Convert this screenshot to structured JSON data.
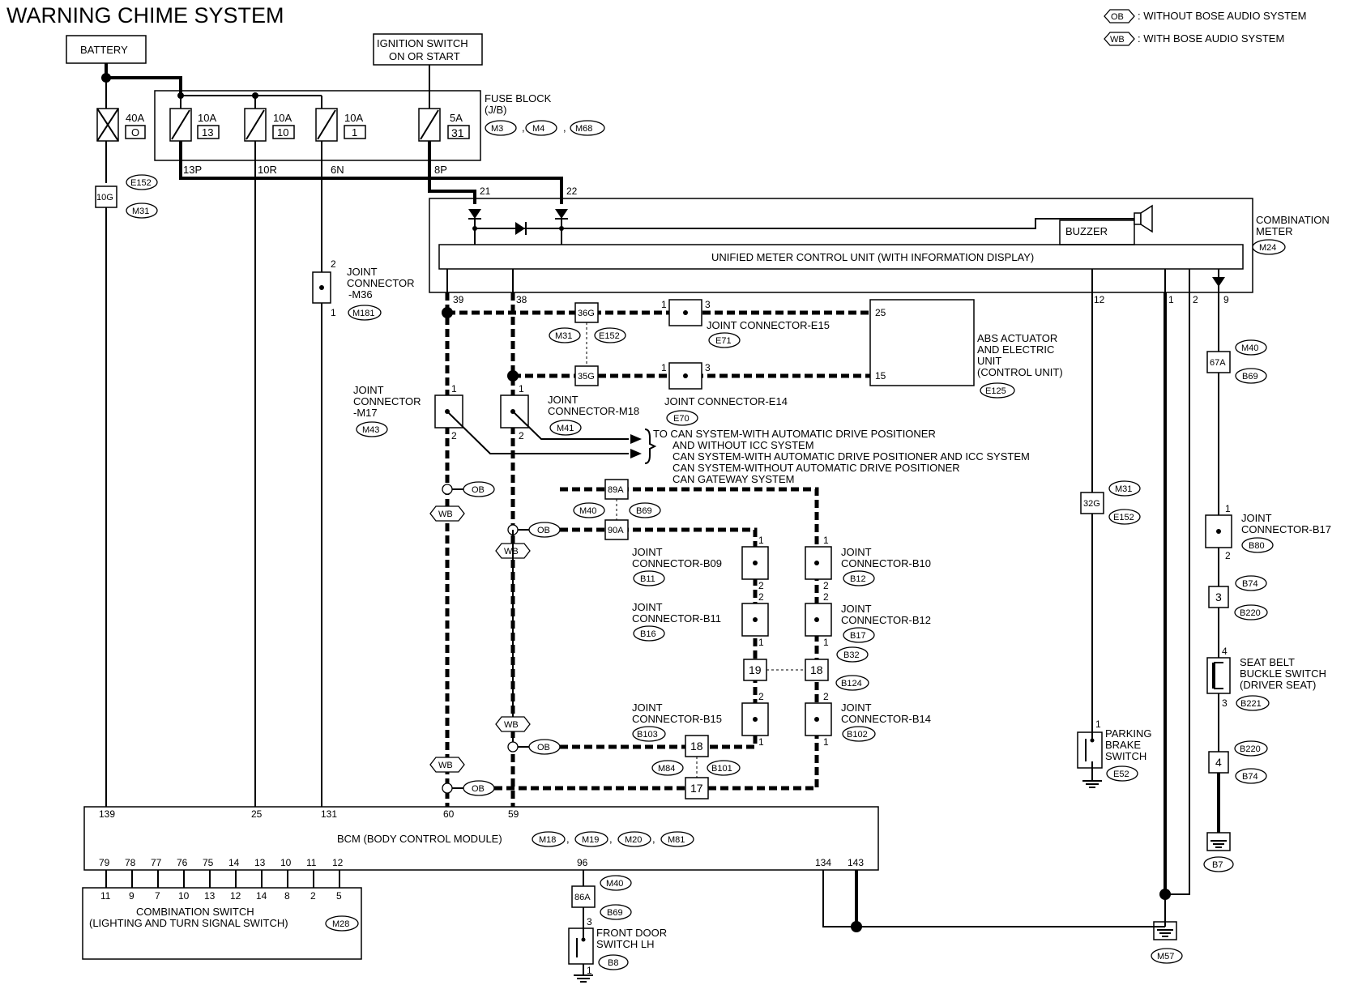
{
  "title": "WARNING CHIME SYSTEM",
  "legend": [
    {
      "code": "OB",
      "text": ": WITHOUT BOSE AUDIO SYSTEM"
    },
    {
      "code": "WB",
      "text": ": WITH BOSE AUDIO SYSTEM"
    }
  ],
  "battery": "BATTERY",
  "ignition": {
    "line1": "IGNITION SWITCH",
    "line2": "ON OR START"
  },
  "fuse_block": {
    "line1": "FUSE BLOCK",
    "line2": "(J/B)",
    "connectors": [
      "M3",
      "M4",
      "M68"
    ]
  },
  "fuses": [
    {
      "amp": "40A",
      "num": "O"
    },
    {
      "amp": "10A",
      "num": "13",
      "pin": "13P"
    },
    {
      "amp": "10A",
      "num": "10",
      "pin": "10R"
    },
    {
      "amp": "10A",
      "num": "1",
      "pin": "6N"
    },
    {
      "amp": "5A",
      "num": "31",
      "pin": "8P"
    }
  ],
  "meter": {
    "name_line1": "COMBINATION",
    "name_line2": "METER",
    "connector": "M24",
    "unit": "UNIFIED METER CONTROL UNIT (WITH INFORMATION DISPLAY)",
    "buzzer": "BUZZER",
    "pins": {
      "p21": "21",
      "p22": "22",
      "p39": "39",
      "p38": "38",
      "p12": "12",
      "p1": "1",
      "p2": "2",
      "p9": "9"
    }
  },
  "inline": {
    "c10g": "10G",
    "c36g": "36G",
    "c35g": "35G",
    "c89a": "89A",
    "c90a": "90A",
    "c32g": "32G",
    "c67a": "67A",
    "c86a": "86A",
    "c18": "18",
    "c17": "17"
  },
  "tags": {
    "E152": "E152",
    "M31": "M31",
    "M181": "M181",
    "M43": "M43",
    "M41": "M41",
    "E71": "E71",
    "E70": "E70",
    "E125": "E125",
    "M40": "M40",
    "B69": "B69",
    "B11": "B11",
    "B12": "B12",
    "B16": "B16",
    "B17": "B17",
    "B32": "B32",
    "B124": "B124",
    "B103": "B103",
    "B102": "B102",
    "M84": "M84",
    "B101": "B101",
    "B80": "B80",
    "B74": "B74",
    "B220": "B220",
    "B221": "B221",
    "B7": "B7",
    "E52": "E52",
    "M57": "M57",
    "B8": "B8",
    "M28": "M28",
    "M18": "M18",
    "M19": "M19",
    "M20": "M20",
    "M81": "M81"
  },
  "joints": {
    "m36": {
      "l1": "JOINT",
      "l2": "CONNECTOR",
      "l3": "-M36"
    },
    "m17": {
      "l1": "JOINT",
      "l2": "CONNECTOR",
      "l3": "-M17"
    },
    "m18": {
      "l1": "JOINT",
      "l2": "CONNECTOR-M18"
    },
    "e15": "JOINT CONNECTOR-E15",
    "e14": "JOINT CONNECTOR-E14",
    "b09": {
      "l1": "JOINT",
      "l2": "CONNECTOR-B09"
    },
    "b10": {
      "l1": "JOINT",
      "l2": "CONNECTOR-B10"
    },
    "b11": {
      "l1": "JOINT",
      "l2": "CONNECTOR-B11"
    },
    "b12": {
      "l1": "JOINT",
      "l2": "CONNECTOR-B12"
    },
    "b15": {
      "l1": "JOINT",
      "l2": "CONNECTOR-B15"
    },
    "b14": {
      "l1": "JOINT",
      "l2": "CONNECTOR-B14"
    },
    "b17": {
      "l1": "JOINT",
      "l2": "CONNECTOR-B17"
    }
  },
  "abs": {
    "l1": "ABS ACTUATOR",
    "l2": "AND ELECTRIC",
    "l3": "UNIT",
    "l4": "(CONTROL UNIT)",
    "pin25": "25",
    "pin15": "15"
  },
  "can_notes": [
    "TO CAN SYSTEM-WITH AUTOMATIC DRIVE POSITIONER",
    "AND WITHOUT ICC SYSTEM",
    "CAN SYSTEM-WITH AUTOMATIC DRIVE POSITIONER AND ICC SYSTEM",
    "CAN SYSTEM-WITHOUT AUTOMATIC DRIVE POSITIONER",
    "CAN GATEWAY SYSTEM"
  ],
  "parking": {
    "l1": "PARKING",
    "l2": "BRAKE",
    "l3": "SWITCH"
  },
  "seatbelt": {
    "l1": "SEAT BELT",
    "l2": "BUCKLE SWITCH",
    "l3": "(DRIVER SEAT)"
  },
  "door": {
    "l1": "FRONT DOOR",
    "l2": "SWITCH LH"
  },
  "bcm": {
    "label": "BCM (BODY CONTROL MODULE)",
    "top_pins": [
      "139",
      "25",
      "131",
      "60",
      "59"
    ],
    "bottom_pins": [
      "79",
      "78",
      "77",
      "76",
      "75",
      "14",
      "13",
      "10",
      "11",
      "12"
    ],
    "pin96": "96",
    "pin134": "134",
    "pin143": "143"
  },
  "combo_switch": {
    "line1": "COMBINATION SWITCH",
    "line2": "(LIGHTING AND TURN SIGNAL SWITCH)",
    "pins": [
      "11",
      "9",
      "7",
      "10",
      "13",
      "12",
      "14",
      "8",
      "2",
      "5"
    ]
  },
  "pin_labels": {
    "one": "1",
    "two": "2",
    "three": "3",
    "four": "4"
  }
}
